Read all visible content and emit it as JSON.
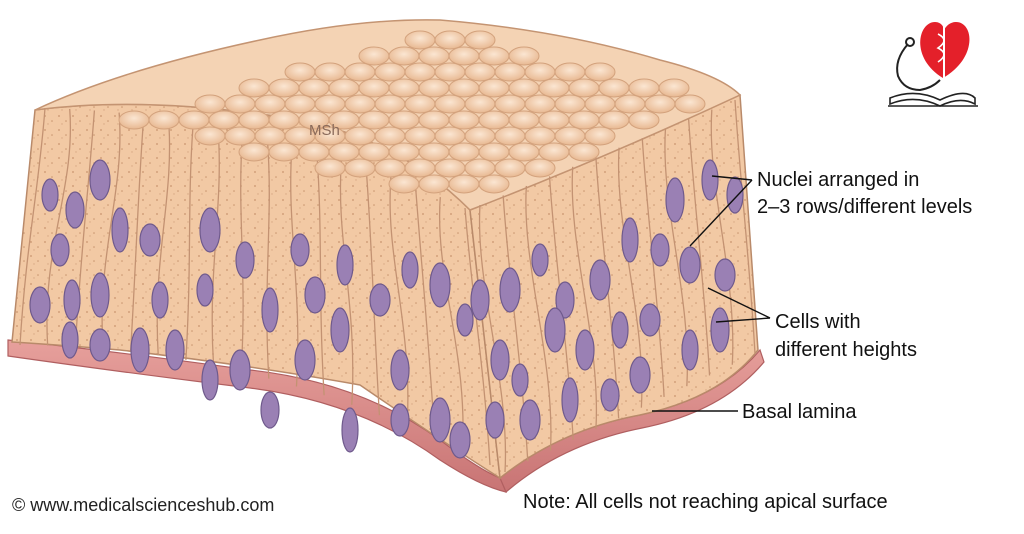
{
  "watermark": "MSh",
  "labels": {
    "nuclei_line1": "Nuclei arranged in",
    "nuclei_line2": "2–3 rows/different levels",
    "cells_line1": "Cells with",
    "cells_line2": "different heights",
    "basal": "Basal lamina"
  },
  "note": "Note: All cells not reaching apical surface",
  "credit": "© www.medicalscienceshub.com",
  "colors": {
    "cell_fill": "#f2c9a4",
    "cell_edge": "#b98a6a",
    "nucleus": "#9a80b4",
    "basal_lamina": "#d88a88",
    "apical_top": "#f6dcc3"
  },
  "icons": [
    "heart-logo-icon",
    "stethoscope-icon",
    "open-book-icon"
  ]
}
